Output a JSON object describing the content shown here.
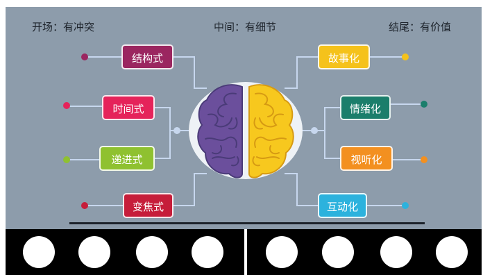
{
  "headers": {
    "left": "开场：有冲突",
    "middle": "中间：有细节",
    "right": "结尾：有价值"
  },
  "left_nodes": [
    {
      "label": "结构式",
      "color": "#9b2660",
      "dot": "#9b2660"
    },
    {
      "label": "时间式",
      "color": "#e5235a",
      "dot": "#e5235a"
    },
    {
      "label": "递进式",
      "color": "#8fc130",
      "dot": "#8fc130"
    },
    {
      "label": "变焦式",
      "color": "#c61d3a",
      "dot": "#c61d3a"
    }
  ],
  "right_nodes": [
    {
      "label": "故事化",
      "color": "#f5c21b",
      "dot": "#f5c21b"
    },
    {
      "label": "情绪化",
      "color": "#1b7e6b",
      "dot": "#1b7e6b"
    },
    {
      "label": "视听化",
      "color": "#f39020",
      "dot": "#f39020"
    },
    {
      "label": "互动化",
      "color": "#2cb2dd",
      "dot": "#2cb2dd"
    }
  ],
  "colors": {
    "background": "#8d9cab",
    "connector": "#c7d7ee",
    "brain_left": "#6b4f9c",
    "brain_right": "#f7c81e"
  },
  "circle_count": 8
}
